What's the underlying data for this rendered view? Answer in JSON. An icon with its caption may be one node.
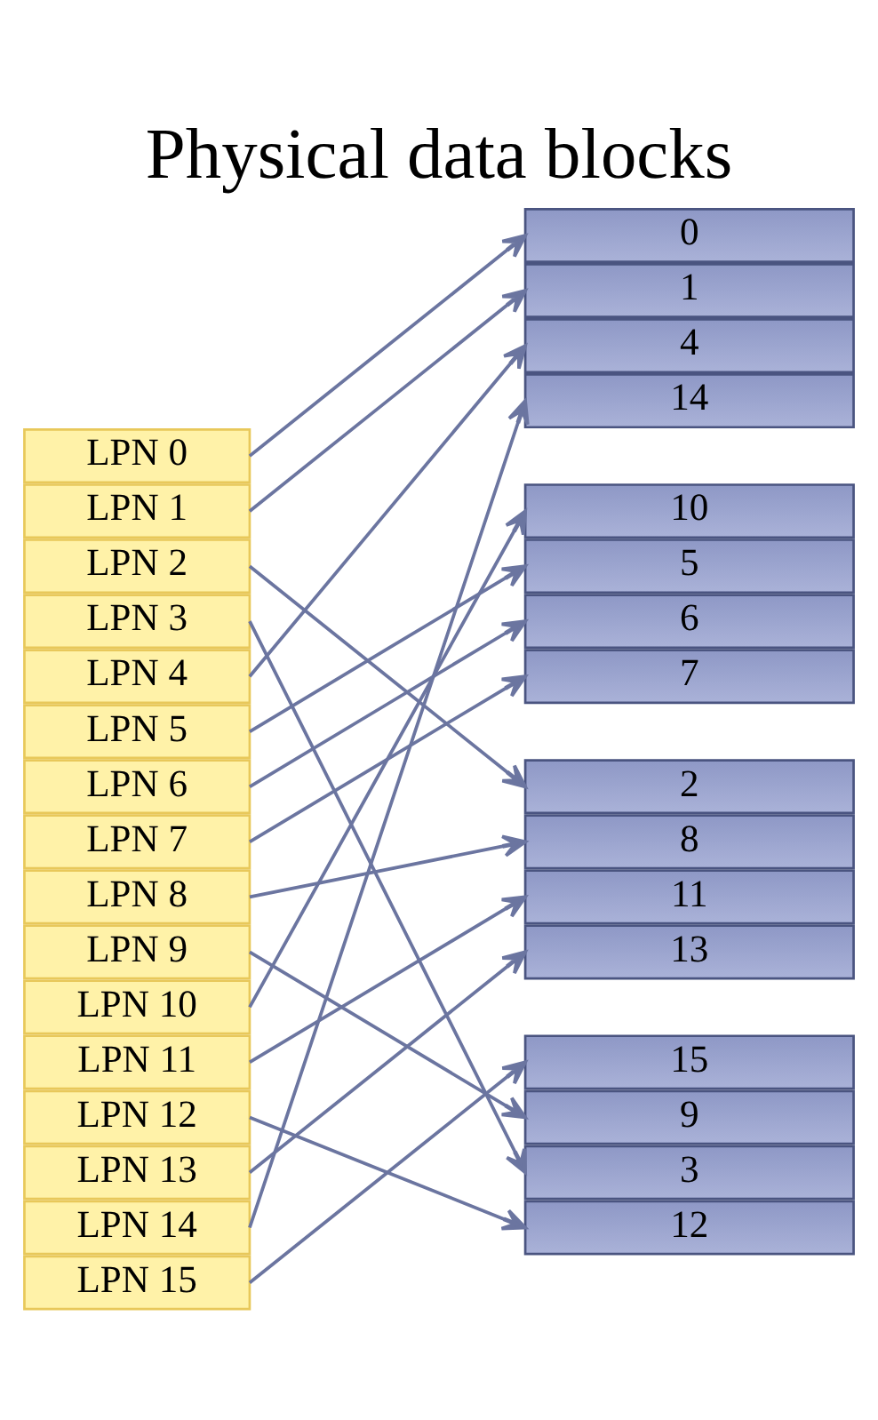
{
  "diagram": {
    "title": "Physical data blocks",
    "nodes": [
      {
        "text": [
          "LPN 0"
        ]
      },
      {
        "text": [
          "LPN 1"
        ]
      },
      {
        "text": [
          "LPN 2"
        ]
      },
      {
        "text": [
          "LPN 3"
        ]
      },
      {
        "text": [
          "LPN 4"
        ]
      },
      {
        "text": [
          "LPN 5"
        ]
      },
      {
        "text": [
          "LPN 6"
        ]
      },
      {
        "text": [
          "LPN 7"
        ]
      },
      {
        "text": [
          "LPN 8"
        ]
      },
      {
        "text": [
          "LPN 9"
        ]
      },
      {
        "text": [
          "LPN 10"
        ]
      },
      {
        "text": [
          "LPN 11"
        ]
      },
      {
        "text": [
          "LPN 12"
        ]
      },
      {
        "text": [
          "LPN 13"
        ]
      },
      {
        "text": [
          "LPN 14"
        ]
      },
      {
        "text": [
          "LPN 15"
        ]
      },
      {
        "text": [
          "0"
        ]
      },
      {
        "text": [
          "1"
        ]
      },
      {
        "text": [
          "4"
        ]
      },
      {
        "text": [
          "14"
        ]
      },
      {
        "text": [
          "10"
        ]
      },
      {
        "text": [
          "5"
        ]
      },
      {
        "text": [
          "6"
        ]
      },
      {
        "text": [
          "7"
        ]
      },
      {
        "text": [
          "2"
        ]
      },
      {
        "text": [
          "8"
        ]
      },
      {
        "text": [
          "11"
        ]
      },
      {
        "text": [
          "13"
        ]
      },
      {
        "text": [
          "15"
        ]
      },
      {
        "text": [
          "9"
        ]
      },
      {
        "text": [
          "3"
        ]
      },
      {
        "text": [
          "12"
        ]
      }
    ],
    "edges": [
      {
        "from": 0,
        "to": 16,
        "arrow": "to"
      },
      {
        "from": 1,
        "to": 17,
        "arrow": "to"
      },
      {
        "from": 2,
        "to": 24,
        "arrow": "to"
      },
      {
        "from": 3,
        "to": 30,
        "arrow": "to"
      },
      {
        "from": 4,
        "to": 18,
        "arrow": "to"
      },
      {
        "from": 5,
        "to": 21,
        "arrow": "to"
      },
      {
        "from": 6,
        "to": 22,
        "arrow": "to"
      },
      {
        "from": 7,
        "to": 23,
        "arrow": "to"
      },
      {
        "from": 8,
        "to": 25,
        "arrow": "to"
      },
      {
        "from": 9,
        "to": 29,
        "arrow": "to"
      },
      {
        "from": 10,
        "to": 20,
        "arrow": "to"
      },
      {
        "from": 11,
        "to": 26,
        "arrow": "to"
      },
      {
        "from": 12,
        "to": 31,
        "arrow": "to"
      },
      {
        "from": 13,
        "to": 27,
        "arrow": "to"
      },
      {
        "from": 14,
        "to": 19,
        "arrow": "to"
      },
      {
        "from": 15,
        "to": 28,
        "arrow": "to"
      }
    ]
  }
}
